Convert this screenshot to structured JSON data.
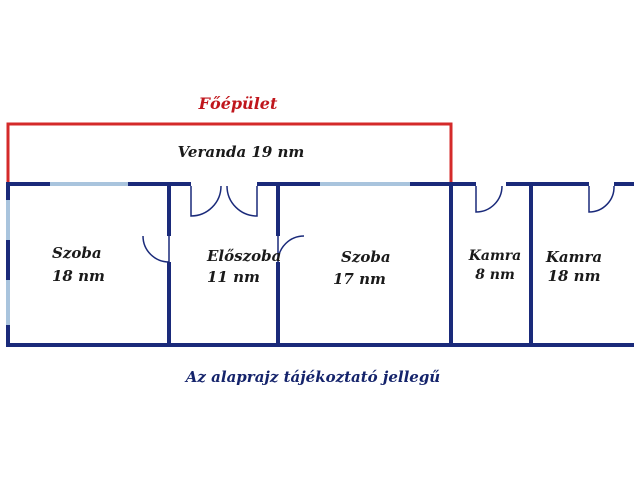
{
  "title": "Főépület",
  "note": "Az alaprajz tájékoztató jellegű",
  "colors": {
    "wall": "#1a2a7a",
    "outline": "#d42a2a",
    "window": "#a9c4dd",
    "door": "#1a2a7a",
    "title_text": "#c0161c",
    "note_text": "#14236b"
  },
  "rooms": [
    {
      "id": "veranda",
      "name": "Veranda 19 nm",
      "area": ""
    },
    {
      "id": "szoba-1",
      "name": "Szoba",
      "area": "18 nm"
    },
    {
      "id": "eloszoba",
      "name": "Előszoba",
      "area": "11 nm"
    },
    {
      "id": "szoba-2",
      "name": "Szoba",
      "area": "17 nm"
    },
    {
      "id": "kamra-1",
      "name": "Kamra",
      "area": "8 nm"
    },
    {
      "id": "kamra-2",
      "name": "Kamra",
      "area": "18 nm"
    }
  ]
}
